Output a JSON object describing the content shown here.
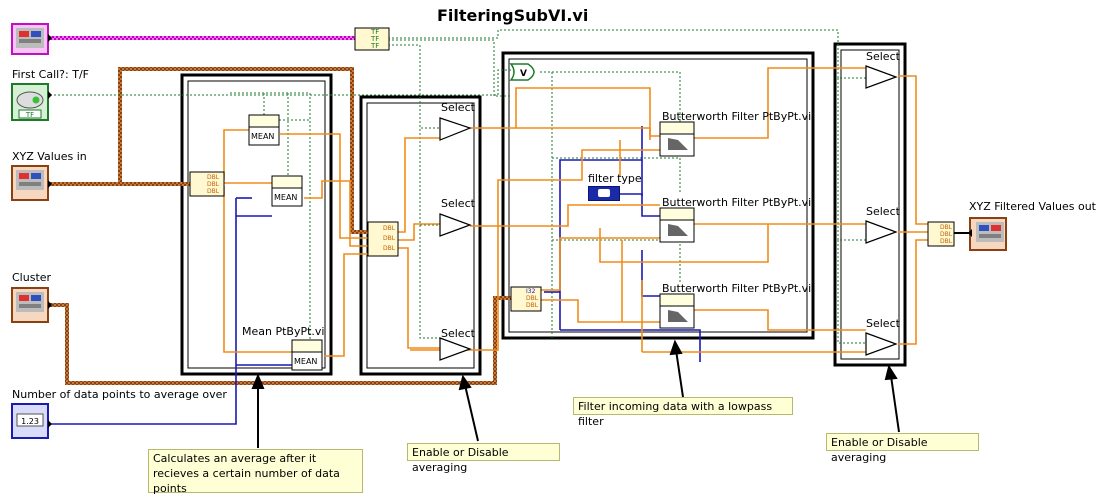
{
  "title": "FilteringSubVI.vi",
  "terminals": {
    "first_call": "First Call?: T/F",
    "xyz_in": "XYZ  Values in",
    "cluster": "Cluster",
    "num_points": "Number of data points to average over",
    "xyz_out": "XYZ Filtered Values out"
  },
  "select_labels": [
    "Select",
    "Select",
    "Select",
    "Select",
    "Select",
    "Select"
  ],
  "mean_labels": [
    "MEAN",
    "MEAN",
    "MEAN"
  ],
  "mean_vi_label": "Mean PtByPt.vi",
  "filter_labels": [
    "Butterworth Filter PtByPt.vi",
    "Butterworth Filter PtByPt.vi",
    "Butterworth Filter PtByPt.vi"
  ],
  "filter_type_label": "filter type",
  "tf_labels": [
    "TF",
    "TF",
    "TF"
  ],
  "dbl_label": "DBL",
  "i32_label": "I32",
  "num_ctrl_text": "1.23",
  "tf_ctrl_text": "TF",
  "notes": {
    "average": "Calculates an average after it recieves a certain number of data points",
    "enable1": "Enable or Disable averaging",
    "filter": "Filter incoming data with a lowpass filter",
    "enable2": "Enable or Disable averaging"
  },
  "colors": {
    "orange_wire": "#f08c1a",
    "blue_wire": "#1a1ab4",
    "green_wire": "#1e7a2a",
    "cluster_wire": "#b45a14",
    "magenta_wire": "#e020e0",
    "note_bg": "#ffffd6"
  }
}
